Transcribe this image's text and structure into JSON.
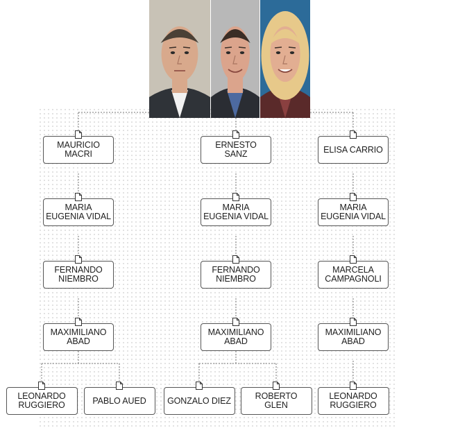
{
  "photos": [
    {
      "id": "photo-mauricio-macri",
      "bg": "#c8c2b6",
      "skin": "#d8a98c",
      "hair": "#4a4036",
      "suit": "#2f3338",
      "shirt": "#f2f2f2"
    },
    {
      "id": "photo-ernesto-sanz",
      "bg": "#b8b8b8",
      "skin": "#dba48c",
      "hair": "#3a2d25",
      "suit": "#2a2d33",
      "shirt": "#4d6aa0"
    },
    {
      "id": "photo-elisa-carrio",
      "bg": "#2c6b99",
      "skin": "#e2ae92",
      "hair": "#e7c98a",
      "suit": "#5a2a2a",
      "shirt": "#8a4040"
    }
  ],
  "columns": [
    {
      "name": "macri",
      "nodes": [
        "MAURICIO MACRI",
        "MARIA EUGENIA VIDAL",
        "FERNANDO NIEMBRO",
        "MAXIMILIANO ABAD"
      ],
      "leaves": [
        "LEONARDO RUGGIERO",
        "PABLO AUED"
      ]
    },
    {
      "name": "sanz",
      "nodes": [
        "ERNESTO SANZ",
        "MARIA EUGENIA VIDAL",
        "FERNANDO NIEMBRO",
        "MAXIMILIANO ABAD"
      ],
      "leaves": [
        "GONZALO DIEZ",
        "ROBERTO GLEN"
      ]
    },
    {
      "name": "carrio",
      "nodes": [
        "ELISA CARRIO",
        "MARIA EUGENIA VIDAL",
        "MARCELA CAMPAGNOLI",
        "MAXIMILIANO ABAD"
      ],
      "leaves": [
        "LEONARDO RUGGIERO"
      ]
    }
  ],
  "colors": {
    "line": "#777777",
    "border": "#555555",
    "text": "#1e1e1e"
  }
}
